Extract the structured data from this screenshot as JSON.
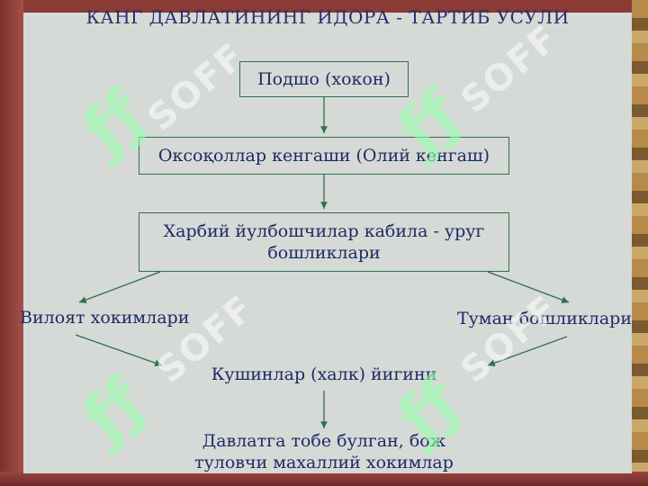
{
  "title": "КАНГ ДАВЛАТИНИНГ ИДОРА - ТАРТИБ УСУЛИ",
  "nodes": {
    "ruler": "Подшо (хокон)",
    "council": "Оксоқоллар кенгаши (Олий кенгаш)",
    "military_line1": "Харбий йулбошчилар кабила - уруг",
    "military_line2": "бошликлари",
    "provincial": "Вилоят хокимлари",
    "district": "Туман бошликлари",
    "assembly": "Кушинлар (халк) йигини",
    "vassals_line1": "Давлатга тобе булган, бож",
    "vassals_line2": "туловчи махаллий хокимлар"
  },
  "watermark": {
    "text": "SOFF",
    "logo_glyph": "ƒƒ"
  },
  "colors": {
    "text": "#1e2a66",
    "box_border": "#2f6e52",
    "arrow": "#2f6e52",
    "slide_bg": "#d6dad6"
  }
}
